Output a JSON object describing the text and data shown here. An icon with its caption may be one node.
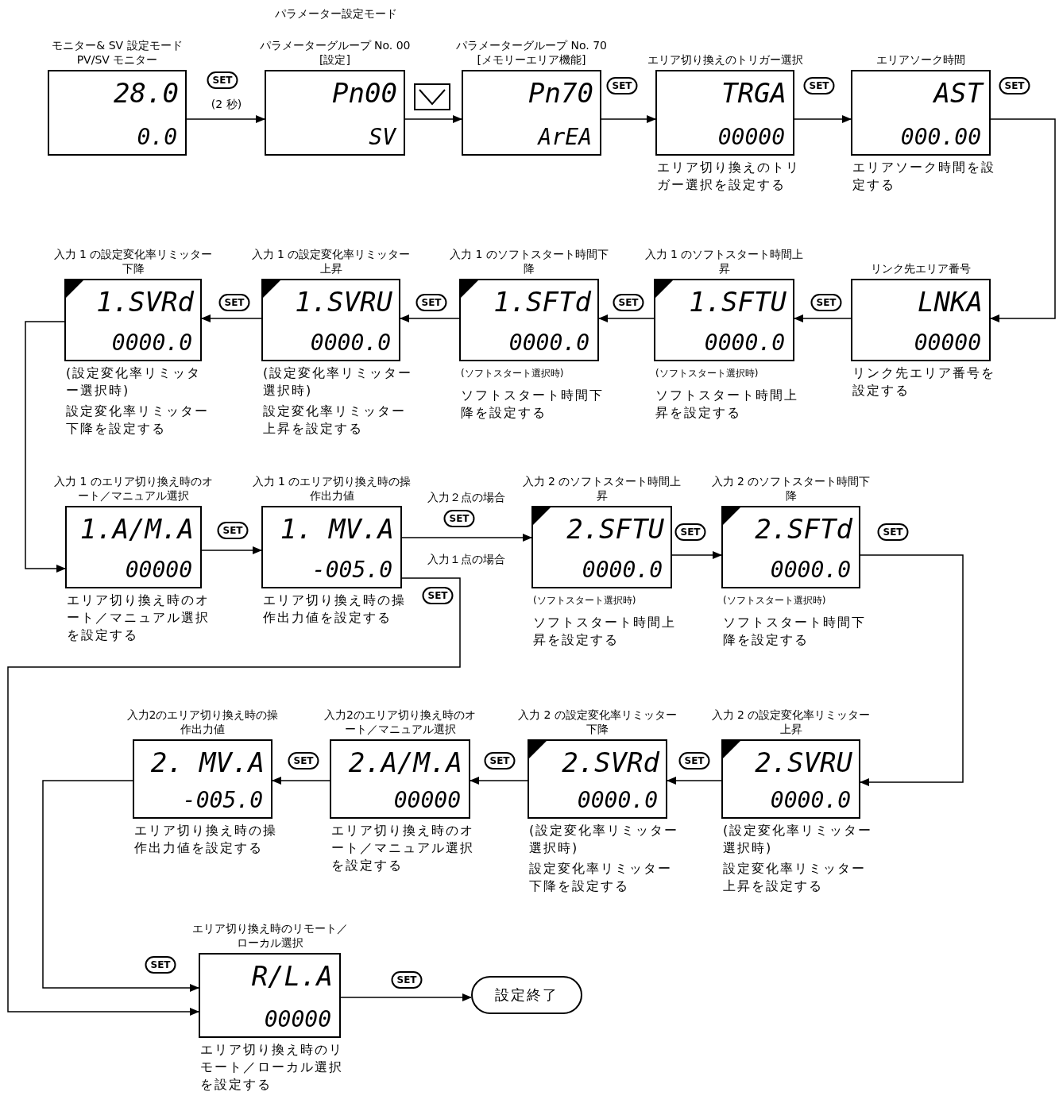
{
  "diagram": {
    "nodes": [
      {
        "text": [
          "モニター& SV 設定モード PV/SV モニター",
          "28.0",
          "0.0"
        ]
      },
      {
        "text": [
          "パラメーターグループ No. 00 [設定]",
          "Pn00",
          "SV"
        ]
      },
      {
        "text": [
          "パラメーターグループ No. 70 [メモリーエリア機能]",
          "Pn70",
          "ArEA"
        ]
      },
      {
        "text": [
          "エリア切り換えのトリガー選択",
          "TRGA",
          "00000"
        ],
        "beside": [
          "エリア切り換えのトリガー選択を設定する"
        ]
      },
      {
        "text": [
          "エリアソーク時間",
          "AST",
          "000.00"
        ],
        "beside": [
          "エリアソーク時間を設定する"
        ]
      },
      {
        "text": [
          "リンク先エリア番号",
          "LNKA",
          "00000"
        ],
        "beside": [
          "リンク先エリア番号を設定する"
        ]
      },
      {
        "text": [
          "入力 1 のソフトスタート時間上昇",
          "1.SFTU",
          "0000.0"
        ],
        "beside": [
          "(ソフトスタート選択時)",
          "ソフトスタート時間上昇を設定する"
        ]
      },
      {
        "text": [
          "入力 1 のソフトスタート時間下降",
          "1.SFTd",
          "0000.0"
        ],
        "beside": [
          "(ソフトスタート選択時)",
          "ソフトスタート時間下降を設定する"
        ]
      },
      {
        "text": [
          "入力 1 の設定変化率リミッター上昇",
          "1.SVRU",
          "0000.0"
        ],
        "beside": [
          "(設定変化率リミッター選択時)",
          "設定変化率リミッター上昇を設定する"
        ]
      },
      {
        "text": [
          "入力 1 の設定変化率リミッター下降",
          "1.SVRd",
          "0000.0"
        ],
        "beside": [
          "(設定変化率リミッター選択時)",
          "設定変化率リミッター下降を設定する"
        ]
      },
      {
        "text": [
          "入力 1 のエリア切り換え時のオート／マニュアル選択",
          "1.A/M.A",
          "00000"
        ],
        "beside": [
          "エリア切り換え時のオート／マニュアル選択を設定する"
        ]
      },
      {
        "text": [
          "入力 1 のエリア切り換え時の操作出力値",
          "1. MV.A",
          "-005.0"
        ],
        "beside": [
          "エリア切り換え時の操作出力値を設定する"
        ]
      },
      {
        "text": [
          "入力 2 のソフトスタート時間上昇",
          "2.SFTU",
          "0000.0"
        ],
        "beside": [
          "(ソフトスタート選択時)",
          "ソフトスタート時間上昇を設定する"
        ]
      },
      {
        "text": [
          "入力 2 のソフトスタート時間下降",
          "2.SFTd",
          "0000.0"
        ],
        "beside": [
          "(ソフトスタート選択時)",
          "ソフトスタート時間下降を設定する"
        ]
      },
      {
        "text": [
          "入力 2 の設定変化率リミッター上昇",
          "2.SVRU",
          "0000.0"
        ],
        "beside": [
          "(設定変化率リミッター選択時)",
          "設定変化率リミッター上昇を設定する"
        ]
      },
      {
        "text": [
          "入力 2 の設定変化率リミッター下降",
          "2.SVRd",
          "0000.0"
        ],
        "beside": [
          "(設定変化率リミッター選択時)",
          "設定変化率リミッター下降を設定する"
        ]
      },
      {
        "text": [
          "入力2のエリア切り換え時のオート／マニュアル選択",
          "2.A/M.A",
          "00000"
        ],
        "beside": [
          "エリア切り換え時のオート／マニュアル選択を設定する"
        ]
      },
      {
        "text": [
          "入力2のエリア切り換え時の操作出力値",
          "2. MV.A",
          "-005.0"
        ],
        "beside": [
          "エリア切り換え時の操作出力値を設定する"
        ]
      },
      {
        "text": [
          "エリア切り換え時のリモート／ローカル選択",
          "R/L.A",
          "00000"
        ],
        "beside": [
          "エリア切り換え時のリモート／ローカル選択を設定する"
        ]
      },
      {
        "text": [
          "設定終了"
        ]
      }
    ],
    "edges": [
      {
        "from": 0,
        "to": 1,
        "arrow": "to",
        "label": "SET"
      },
      {
        "from": 1,
        "to": 2,
        "arrow": "to"
      },
      {
        "from": 2,
        "to": 3,
        "arrow": "to",
        "label": "SET"
      },
      {
        "from": 3,
        "to": 4,
        "arrow": "to",
        "label": "SET"
      },
      {
        "from": 4,
        "to": 5,
        "arrow": "to",
        "label": "SET"
      },
      {
        "from": 5,
        "to": 6,
        "arrow": "to",
        "label": "SET"
      },
      {
        "from": 6,
        "to": 7,
        "arrow": "to",
        "label": "SET"
      },
      {
        "from": 7,
        "to": 8,
        "arrow": "to",
        "label": "SET"
      },
      {
        "from": 8,
        "to": 9,
        "arrow": "to",
        "label": "SET"
      },
      {
        "from": 9,
        "to": 10,
        "arrow": "to"
      },
      {
        "from": 10,
        "to": 11,
        "arrow": "to",
        "label": "SET"
      },
      {
        "from": 11,
        "to": 12,
        "arrow": "to",
        "label": "SET"
      },
      {
        "from": 11,
        "to": 18,
        "arrow": "to",
        "label": "SET"
      },
      {
        "from": 12,
        "to": 13,
        "arrow": "to",
        "label": "SET"
      },
      {
        "from": 13,
        "to": 14,
        "arrow": "to",
        "label": "SET"
      },
      {
        "from": 14,
        "to": 15,
        "arrow": "to",
        "label": "SET"
      },
      {
        "from": 15,
        "to": 16,
        "arrow": "to",
        "label": "SET"
      },
      {
        "from": 16,
        "to": 17,
        "arrow": "to",
        "label": "SET"
      },
      {
        "from": 17,
        "to": 18,
        "arrow": "to",
        "label": "SET"
      },
      {
        "from": 18,
        "to": 19,
        "arrow": "to",
        "label": "SET"
      }
    ],
    "labels": [
      "パラメーター設定モード",
      "(2 秒)",
      "入力２点の場合",
      "入力１点の場合"
    ]
  }
}
